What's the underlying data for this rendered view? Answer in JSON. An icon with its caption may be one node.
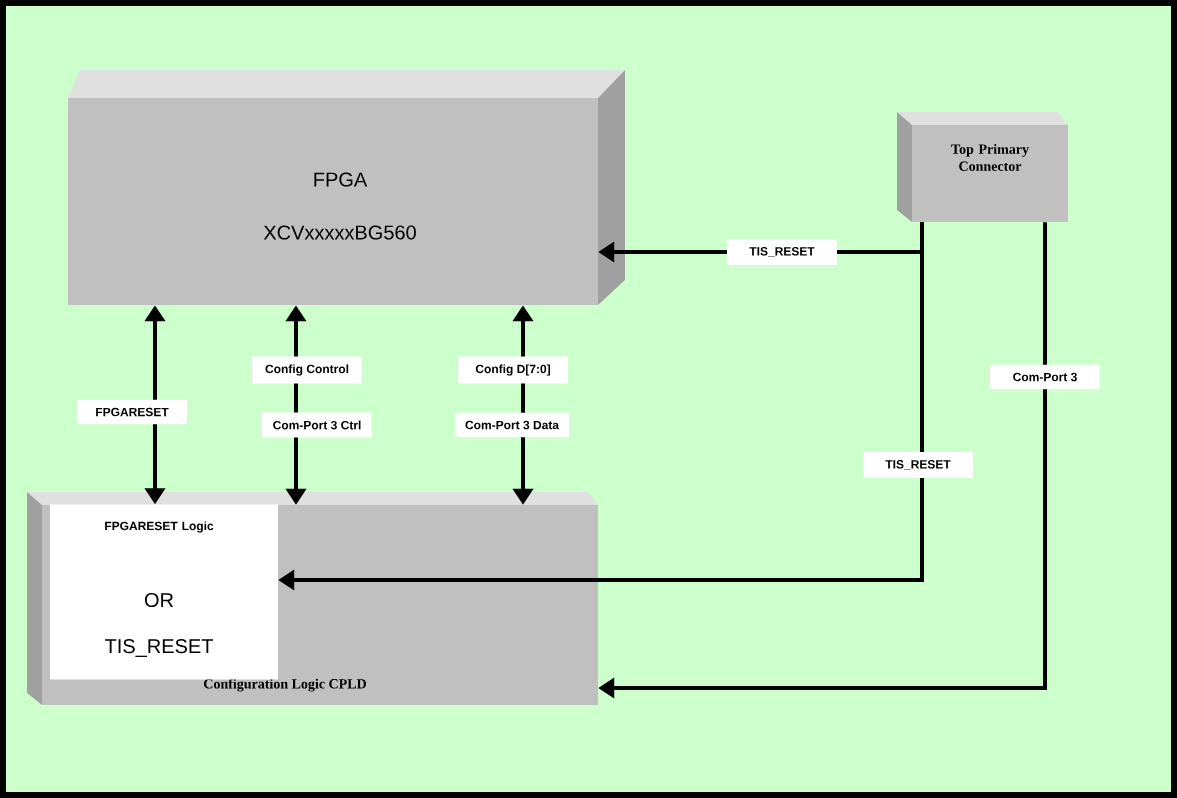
{
  "diagram": {
    "nodes": [
      {
        "text": [
          "FPGA",
          "XCVxxxxxBG560"
        ]
      },
      {
        "text": [
          "Top Primary Connector"
        ]
      },
      {
        "text": [
          "Configuration Logic CPLD"
        ]
      },
      {
        "text": [
          "FPGARESET Logic",
          "OR",
          "TIS_RESET"
        ],
        "in": 2
      }
    ],
    "edges": [
      {
        "from": 0,
        "to": 3,
        "arrow": "both",
        "label": "FPGARESET"
      },
      {
        "from": 0,
        "to": 2,
        "arrow": "both",
        "label": "Config Control"
      },
      {
        "from": 0,
        "to": 2,
        "arrow": "both",
        "label": "Config D[7:0]"
      },
      {
        "from": 1,
        "to": 0,
        "arrow": "to",
        "label": "TIS_RESET"
      },
      {
        "from": 1,
        "to": 3,
        "arrow": "to",
        "label": "TIS_RESET"
      },
      {
        "from": 1,
        "to": 2,
        "arrow": "to",
        "label": "Com-Port 3"
      }
    ],
    "labels": [
      "Com-Port 3 Ctrl",
      "Com-Port 3 Data"
    ]
  }
}
